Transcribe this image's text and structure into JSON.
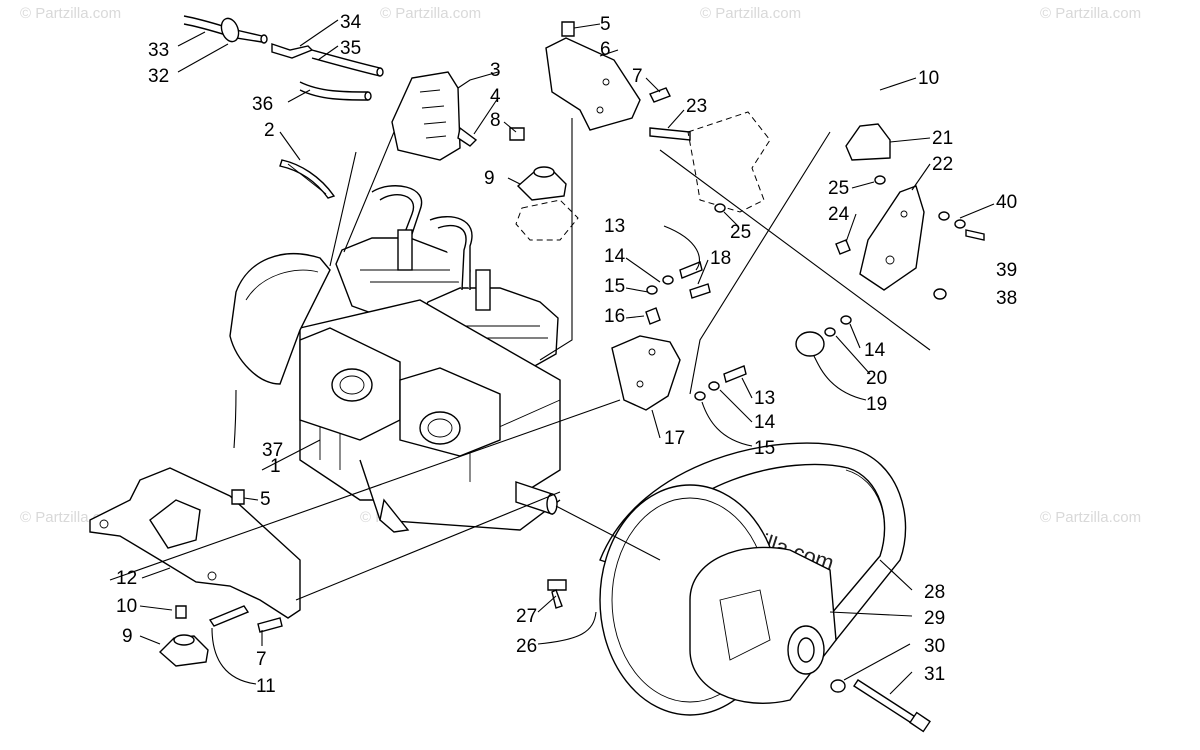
{
  "watermark": "© Partzilla.com",
  "watermark_center": "© Partzilla.com",
  "callouts": [
    {
      "id": "c1",
      "label": "1"
    },
    {
      "id": "c2",
      "label": "2"
    },
    {
      "id": "c3",
      "label": "3"
    },
    {
      "id": "c4",
      "label": "4"
    },
    {
      "id": "c5a",
      "label": "5"
    },
    {
      "id": "c5b",
      "label": "5"
    },
    {
      "id": "c6",
      "label": "6"
    },
    {
      "id": "c7a",
      "label": "7"
    },
    {
      "id": "c7b",
      "label": "7"
    },
    {
      "id": "c8",
      "label": "8"
    },
    {
      "id": "c9a",
      "label": "9"
    },
    {
      "id": "c9b",
      "label": "9"
    },
    {
      "id": "c10a",
      "label": "10"
    },
    {
      "id": "c10b",
      "label": "10"
    },
    {
      "id": "c11",
      "label": "11"
    },
    {
      "id": "c12",
      "label": "12"
    },
    {
      "id": "c13a",
      "label": "13"
    },
    {
      "id": "c13b",
      "label": "13"
    },
    {
      "id": "c14a",
      "label": "14"
    },
    {
      "id": "c14b",
      "label": "14"
    },
    {
      "id": "c14c",
      "label": "14"
    },
    {
      "id": "c15a",
      "label": "15"
    },
    {
      "id": "c15b",
      "label": "15"
    },
    {
      "id": "c16",
      "label": "16"
    },
    {
      "id": "c17",
      "label": "17"
    },
    {
      "id": "c18",
      "label": "18"
    },
    {
      "id": "c19",
      "label": "19"
    },
    {
      "id": "c20",
      "label": "20"
    },
    {
      "id": "c21",
      "label": "21"
    },
    {
      "id": "c22",
      "label": "22"
    },
    {
      "id": "c23",
      "label": "23"
    },
    {
      "id": "c24",
      "label": "24"
    },
    {
      "id": "c25a",
      "label": "25"
    },
    {
      "id": "c25b",
      "label": "25"
    },
    {
      "id": "c26",
      "label": "26"
    },
    {
      "id": "c27",
      "label": "27"
    },
    {
      "id": "c28",
      "label": "28"
    },
    {
      "id": "c29",
      "label": "29"
    },
    {
      "id": "c30",
      "label": "30"
    },
    {
      "id": "c31",
      "label": "31"
    },
    {
      "id": "c32",
      "label": "32"
    },
    {
      "id": "c33",
      "label": "33"
    },
    {
      "id": "c34",
      "label": "34"
    },
    {
      "id": "c35",
      "label": "35"
    },
    {
      "id": "c36",
      "label": "36"
    },
    {
      "id": "c37",
      "label": "37"
    },
    {
      "id": "c38",
      "label": "38"
    },
    {
      "id": "c39",
      "label": "39"
    },
    {
      "id": "c40",
      "label": "40"
    }
  ]
}
